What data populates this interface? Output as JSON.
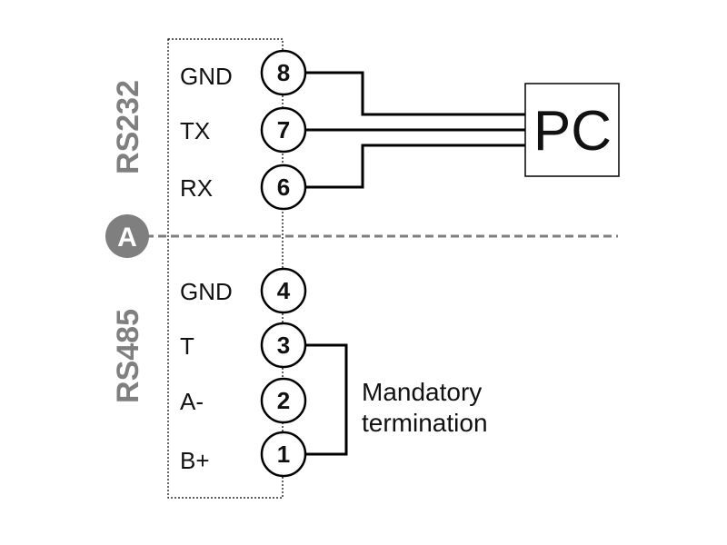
{
  "buses": {
    "top": "RS232",
    "bottom": "RS485"
  },
  "pins": [
    {
      "number": "8",
      "label": "GND"
    },
    {
      "number": "7",
      "label": "TX"
    },
    {
      "number": "6",
      "label": "RX"
    },
    {
      "number": "4",
      "label": "GND"
    },
    {
      "number": "3",
      "label": "T"
    },
    {
      "number": "2",
      "label": "A-"
    },
    {
      "number": "1",
      "label": "B+"
    }
  ],
  "device": {
    "label": "PC"
  },
  "separator": {
    "marker": "A",
    "color": "#7f7f7f"
  },
  "termination": {
    "line1": "Mandatory",
    "line2": "termination"
  }
}
